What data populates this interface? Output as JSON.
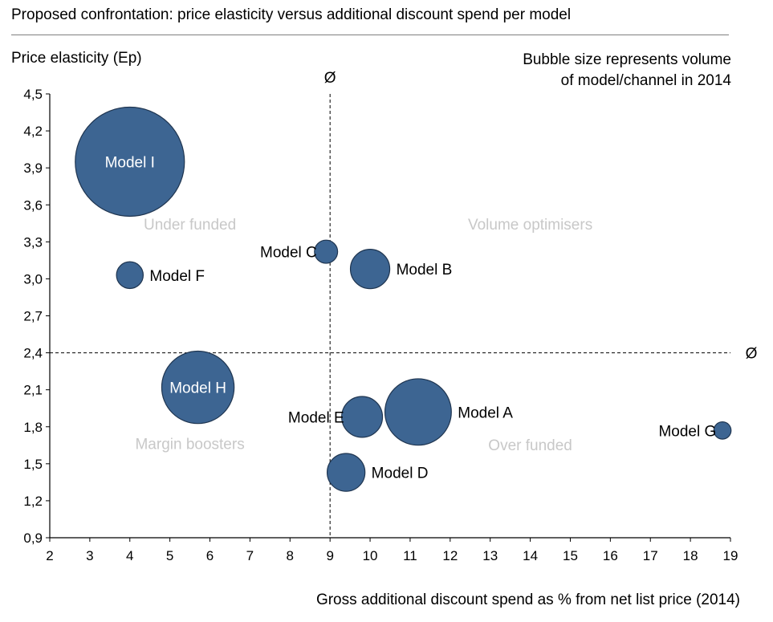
{
  "title": "Proposed confrontation: price elasticity versus additional discount spend per model",
  "note_line1": "Bubble size represents volume",
  "note_line2": "of model/channel  in 2014",
  "chart_data": {
    "type": "bubble",
    "ylabel": "Price elasticity (Ep)",
    "xlabel": "Gross additional discount spend as % from net list price (2014)",
    "xlim": [
      2,
      19
    ],
    "ylim": [
      0.9,
      4.5
    ],
    "x_ticks": [
      "2",
      "3",
      "4",
      "5",
      "6",
      "7",
      "8",
      "9",
      "10",
      "11",
      "12",
      "13",
      "14",
      "15",
      "16",
      "17",
      "18",
      "19"
    ],
    "y_ticks": [
      "0,9",
      "1,2",
      "1,5",
      "1,8",
      "2,1",
      "2,4",
      "2,7",
      "3,0",
      "3,3",
      "3,6",
      "3,9",
      "4,2",
      "4,5"
    ],
    "average_lines": {
      "x": 9,
      "y": 2.4,
      "label": "Ø"
    },
    "quadrants": [
      {
        "label": "Under funded",
        "x": 5.5,
        "y": 3.44
      },
      {
        "label": "Volume optimisers",
        "x": 14,
        "y": 3.44
      },
      {
        "label": "Margin boosters",
        "x": 5.5,
        "y": 1.66
      },
      {
        "label": "Over funded",
        "x": 14,
        "y": 1.65
      }
    ],
    "bubble_color": "#3d6592",
    "bubble_stroke": "#1f3550",
    "quadrant_label_color": "#c8c8c8",
    "bubbles": [
      {
        "name": "Model I",
        "x": 4.0,
        "y": 3.95,
        "size": 100,
        "label_pos": "inside"
      },
      {
        "name": "Model F",
        "x": 4.0,
        "y": 3.03,
        "size": 6.0,
        "label_pos": "right"
      },
      {
        "name": "Model C",
        "x": 8.9,
        "y": 3.22,
        "size": 4.5,
        "label_pos": "left"
      },
      {
        "name": "Model B",
        "x": 10.0,
        "y": 3.08,
        "size": 13,
        "label_pos": "right"
      },
      {
        "name": "Model H",
        "x": 5.7,
        "y": 2.12,
        "size": 44,
        "label_pos": "inside"
      },
      {
        "name": "Model E",
        "x": 9.8,
        "y": 1.88,
        "size": 14,
        "label_pos": "left"
      },
      {
        "name": "Model A",
        "x": 11.2,
        "y": 1.92,
        "size": 37,
        "label_pos": "right"
      },
      {
        "name": "Model D",
        "x": 9.4,
        "y": 1.43,
        "size": 12,
        "label_pos": "right"
      },
      {
        "name": "Model G",
        "x": 18.8,
        "y": 1.77,
        "size": 2.5,
        "label_pos": "left"
      }
    ]
  }
}
